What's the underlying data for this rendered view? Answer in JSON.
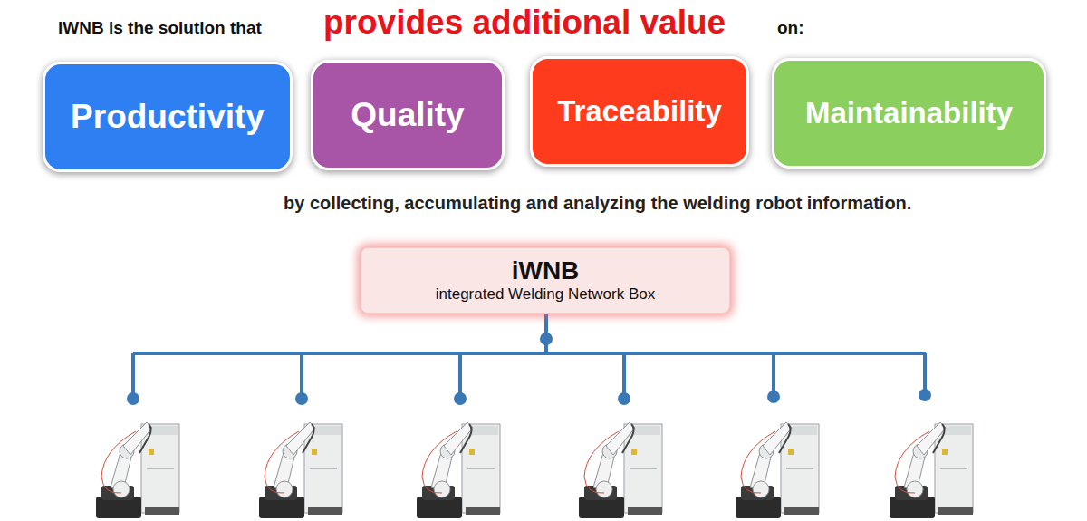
{
  "diagram": {
    "nodes": [
      {
        "text": [
          "Productivity"
        ]
      },
      {
        "text": [
          "Quality"
        ]
      },
      {
        "text": [
          "Traceability"
        ]
      },
      {
        "text": [
          "Maintainability"
        ]
      },
      {
        "text": [
          "iWNB",
          "integrated Welding Network Box"
        ]
      }
    ],
    "labels": [
      "iWNB is the solution that",
      "provides additional value",
      "on:",
      "by collecting, accumulating and analyzing the welding robot information."
    ]
  }
}
